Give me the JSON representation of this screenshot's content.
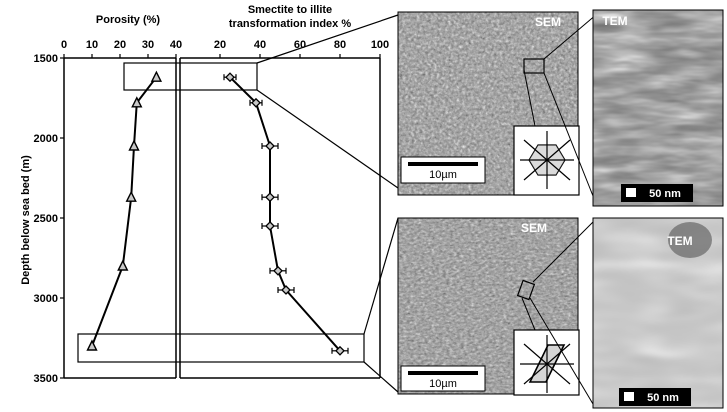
{
  "chart_data": [
    {
      "type": "line",
      "title": "Porosity (%)",
      "xlabel": "Porosity (%)",
      "ylabel": "Depth below sea bed  (m)",
      "xlim": [
        0,
        40
      ],
      "ylim": [
        3500,
        1500
      ],
      "x_ticks": [
        "0",
        "10",
        "20",
        "30",
        "40"
      ],
      "y_ticks": [
        "1500",
        "2000",
        "2500",
        "3000",
        "3500"
      ],
      "series": [
        {
          "marker": "triangle",
          "points": [
            {
              "x": 33,
              "y": 1620
            },
            {
              "x": 26,
              "y": 1780
            },
            {
              "x": 25,
              "y": 2050
            },
            {
              "x": 24,
              "y": 2370
            },
            {
              "x": 21,
              "y": 2800
            },
            {
              "x": 10,
              "y": 3300
            }
          ]
        }
      ]
    },
    {
      "type": "line",
      "title": "Smectite to illite transformation index %",
      "title_lines": [
        "Smectite to illite",
        "transformation index %"
      ],
      "xlim": [
        0,
        100
      ],
      "ylim": [
        3500,
        1500
      ],
      "x_ticks": [
        "20",
        "40",
        "60",
        "80",
        "100"
      ],
      "series": [
        {
          "marker": "diamond",
          "points": [
            {
              "x": 25,
              "y": 1620,
              "err": 3
            },
            {
              "x": 38,
              "y": 1780,
              "err": 3
            },
            {
              "x": 45,
              "y": 2050,
              "err": 4
            },
            {
              "x": 45,
              "y": 2370,
              "err": 4
            },
            {
              "x": 45,
              "y": 2550,
              "err": 4
            },
            {
              "x": 49,
              "y": 2830,
              "err": 4
            },
            {
              "x": 53,
              "y": 2950,
              "err": 4
            },
            {
              "x": 80,
              "y": 3330,
              "err": 4
            }
          ]
        }
      ]
    }
  ],
  "images": {
    "sem_top_label": "SEM",
    "tem_top_label": "TEM",
    "sem_bottom_label": "SEM",
    "tem_bottom_label": "TEM",
    "sem_scale": "10µm",
    "tem_scale": "50 nm"
  },
  "colors": {
    "line": "#000000",
    "marker_fill": "#c8c8c8",
    "background": "#ffffff"
  }
}
